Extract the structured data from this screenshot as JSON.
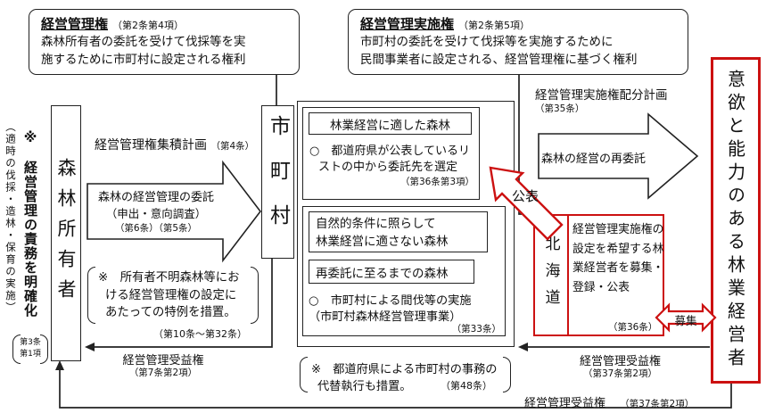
{
  "colors": {
    "red": "#cc1111",
    "black": "#222222"
  },
  "def_management_right": {
    "title": "経営管理権",
    "ref": "（第2条第4項）",
    "line1": "森林所有者の委託を受けて伐採等を実",
    "line2": "施するために市町村に設定される権利"
  },
  "def_implementation_right": {
    "title": "経営管理実施権",
    "ref": "（第2条第5項）",
    "line1": "市町村の委託を受けて伐採等を実施するために",
    "line2": "民間事業者に設定される、経営管理権に基づく権利"
  },
  "left_annotation": {
    "main": "※　経営管理の責務を明確化",
    "sub": "（適時の伐採・造林・保育の実施）",
    "ref_line1": "第3条",
    "ref_line2": "第1項"
  },
  "actors": {
    "forest_owner": "森林所有者",
    "municipality": "市町村",
    "hokkaido": "北海道",
    "operator": "意欲と能力のある林業経営者"
  },
  "accumulation_plan": {
    "label": "経営管理権集積計画",
    "ref": "（第4条）"
  },
  "entrust_arrow": {
    "line1": "森林の経営管理の委託",
    "line2": "（申出・意向調査）",
    "line3": "（第6条）（第5条）"
  },
  "unknown_owner_note": {
    "line1": "※　所有者不明森林等にお",
    "line2": "ける経営管理権の設定に",
    "line3": "あたっての特例を措置。",
    "ref": "（第10条～第32条）"
  },
  "suitable_section": {
    "title": "林業経営に適した森林",
    "line1": "○　都道府県が公表しているリ",
    "line2": "ストの中から委託先を選定",
    "ref": "（第36条第3項）"
  },
  "unsuitable_section": {
    "boxA_line1": "自然的条件に照らして",
    "boxA_line2": "林業経営に適さない森林",
    "boxB": "再委託に至るまでの森林",
    "line1": "○　市町村による間伐等の実施",
    "line2": "（市町村森林経営管理事業）",
    "ref": "（第33条）"
  },
  "allocation_plan": {
    "label": "経営管理実施権配分計画",
    "ref": "（第35条）"
  },
  "reentrust_arrow": {
    "label": "森林の経営の再委託"
  },
  "publish_arrow": {
    "label": "公表"
  },
  "recruit_arrow": {
    "label": "募集"
  },
  "hokkaido_panel": {
    "line1": "経営管理実施権の",
    "line2": "設定を希望する林",
    "line3": "業経営者を募集・",
    "line4": "登録・公表",
    "ref": "（第36条）"
  },
  "benefit_right_owner": {
    "label": "経営管理受益権",
    "ref": "（第7条第2項）"
  },
  "benefit_right_muni": {
    "label": "経営管理受益権",
    "ref": "（第37条第2項）"
  },
  "benefit_right_owner2": {
    "label": "経営管理受益権",
    "ref": "（第37条第2項）"
  },
  "substitution_note": {
    "line1": "※　都道府県による市町村の事務の",
    "line2": "代替執行も措置。",
    "ref": "（第48条）"
  }
}
